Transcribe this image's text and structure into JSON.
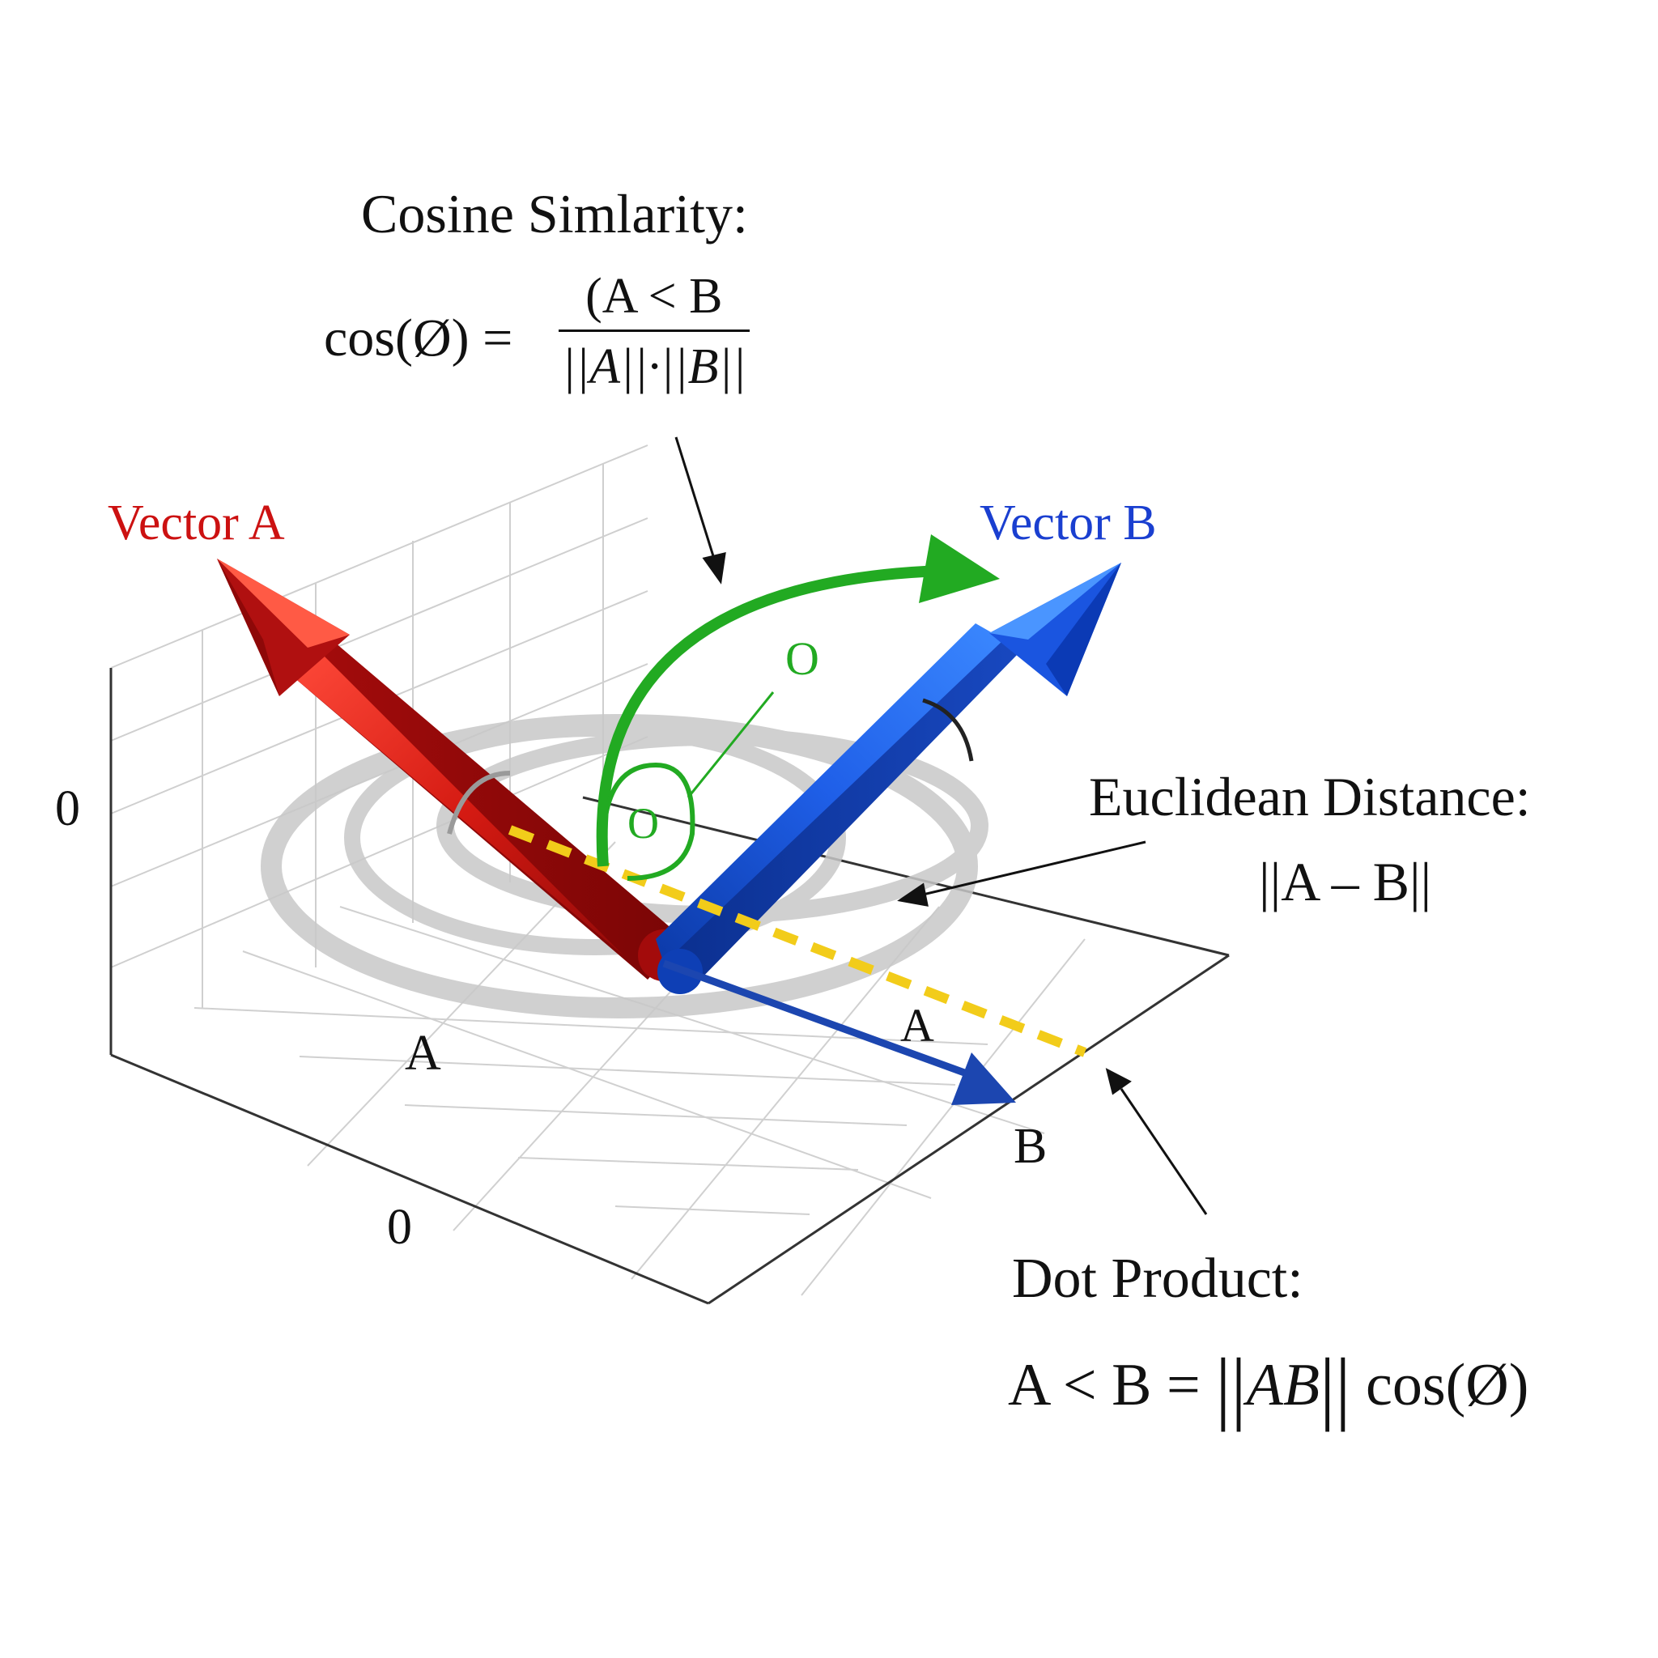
{
  "title": {
    "heading": "Cosine Simlarity:",
    "lhs": "cos(Ø) =",
    "numerator": "(A < B",
    "denominator": "||A||·||B||"
  },
  "vector_a": {
    "label": "Vector A",
    "color": "#cc1111"
  },
  "vector_b": {
    "label": "Vector B",
    "color": "#1a3fd0"
  },
  "angle": {
    "outer_label": "O",
    "inner_label": "O",
    "color": "#22aa22"
  },
  "euclidean": {
    "heading": "Euclidean Distance:",
    "formula": "||A – B||"
  },
  "dot_product": {
    "heading": "Dot Product:",
    "lhs": "A < B =",
    "term": "AB",
    "rhs": "cos(Ø)"
  },
  "axis_labels": {
    "left_zero": "0",
    "bottom_zero": "0",
    "floor_a_left": "A",
    "floor_a_right": "A",
    "floor_b": "B"
  },
  "colors": {
    "projection_arrow": "#1c46b0",
    "dashed_line": "#f2cc1a",
    "grid": "#cfcfcf",
    "axis": "#333333",
    "orbit": "#c8c8c8"
  }
}
